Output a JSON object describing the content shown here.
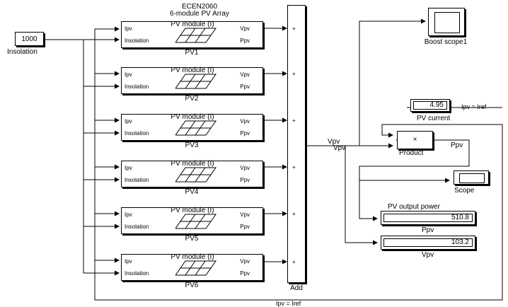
{
  "model": {
    "title_line1": "ECEN2060",
    "title_line2": "6-module PV Array"
  },
  "insolation": {
    "value": "1000",
    "label": "Insolation"
  },
  "pv_modules": [
    {
      "title": "PV module (I)",
      "name": "PV1",
      "port_ipv": "Ipv",
      "port_insolation": "Insolation",
      "port_vpv": "Vpv",
      "port_ppv": "Ppv"
    },
    {
      "title": "PV module (I)",
      "name": "PV2",
      "port_ipv": "Ipv",
      "port_insolation": "Insolation",
      "port_vpv": "Vpv",
      "port_ppv": "Ppv"
    },
    {
      "title": "PV module (I)",
      "name": "PV3",
      "port_ipv": "Ipv",
      "port_insolation": "Insolation",
      "port_vpv": "Vpv",
      "port_ppv": "Ppv"
    },
    {
      "title": "PV module (I)",
      "name": "PV4",
      "port_ipv": "Ipv",
      "port_insolation": "Insolation",
      "port_vpv": "Vpv",
      "port_ppv": "Ppv"
    },
    {
      "title": "PV module (I)",
      "name": "PV5",
      "port_ipv": "Ipv",
      "port_insolation": "Insolation",
      "port_vpv": "Vpv",
      "port_ppv": "Ppv"
    },
    {
      "title": "PV module (I)",
      "name": "PV6",
      "port_ipv": "Ipv",
      "port_insolation": "Insolation",
      "port_vpv": "Vpv",
      "port_ppv": "Ppv"
    }
  ],
  "add_block": {
    "label": "Add",
    "plus_sign": "+"
  },
  "signals": {
    "vpv_top": "Vpv",
    "vpv_bottom": "Vpv",
    "ppv": "Ppv",
    "ipv_eq_iref_right": "Ipv = Iref",
    "ipv_eq_iref_bottom": "Ipv = Iref"
  },
  "boost_scope": {
    "label": "Boost scope1"
  },
  "pv_current": {
    "value": "4.95",
    "label": "PV current"
  },
  "product": {
    "label": "Product",
    "symbol": "×"
  },
  "scope": {
    "label": "Scope"
  },
  "pv_output_power": {
    "title": "PV output power",
    "value": "510.8",
    "label": "Ppv"
  },
  "vpv_display": {
    "value": "103.2",
    "label": "Vpv"
  }
}
